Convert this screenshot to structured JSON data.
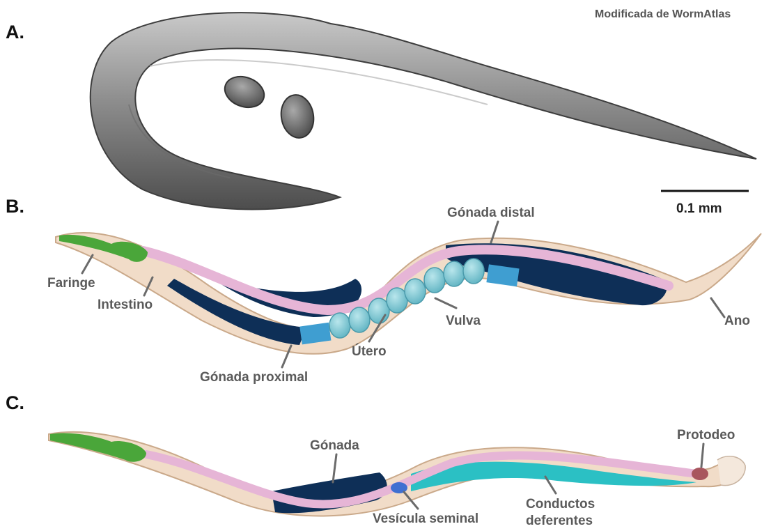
{
  "credit": "Modificada de WormAtlas",
  "scale_bar": {
    "label": "0.1 mm"
  },
  "panels": [
    {
      "letter": "A."
    },
    {
      "letter": "B.",
      "labels": {
        "gonada_distal": "Gónada distal",
        "faringe": "Faringe",
        "intestino": "Intestino",
        "vulva": "Vulva",
        "ano": "Ano",
        "utero": "Útero",
        "gonada_proximal": "Gónada proximal"
      }
    },
    {
      "letter": "C.",
      "labels": {
        "gonada": "Gónada",
        "protodeo": "Protodeo",
        "vesicula_seminal": "Vesícula seminal",
        "conductos_line1": "Conductos",
        "conductos_line2": "deferentes"
      }
    }
  ],
  "colors": {
    "body": "#f1dcc8",
    "pharynx": "#4aa63a",
    "intestine": "#e6b5d6",
    "gonad": "#0e2f57",
    "uterus_egg": "#7ec9d2",
    "vas_deferens": "#2bc0c4",
    "photo_worm": "#8a8a8a"
  }
}
